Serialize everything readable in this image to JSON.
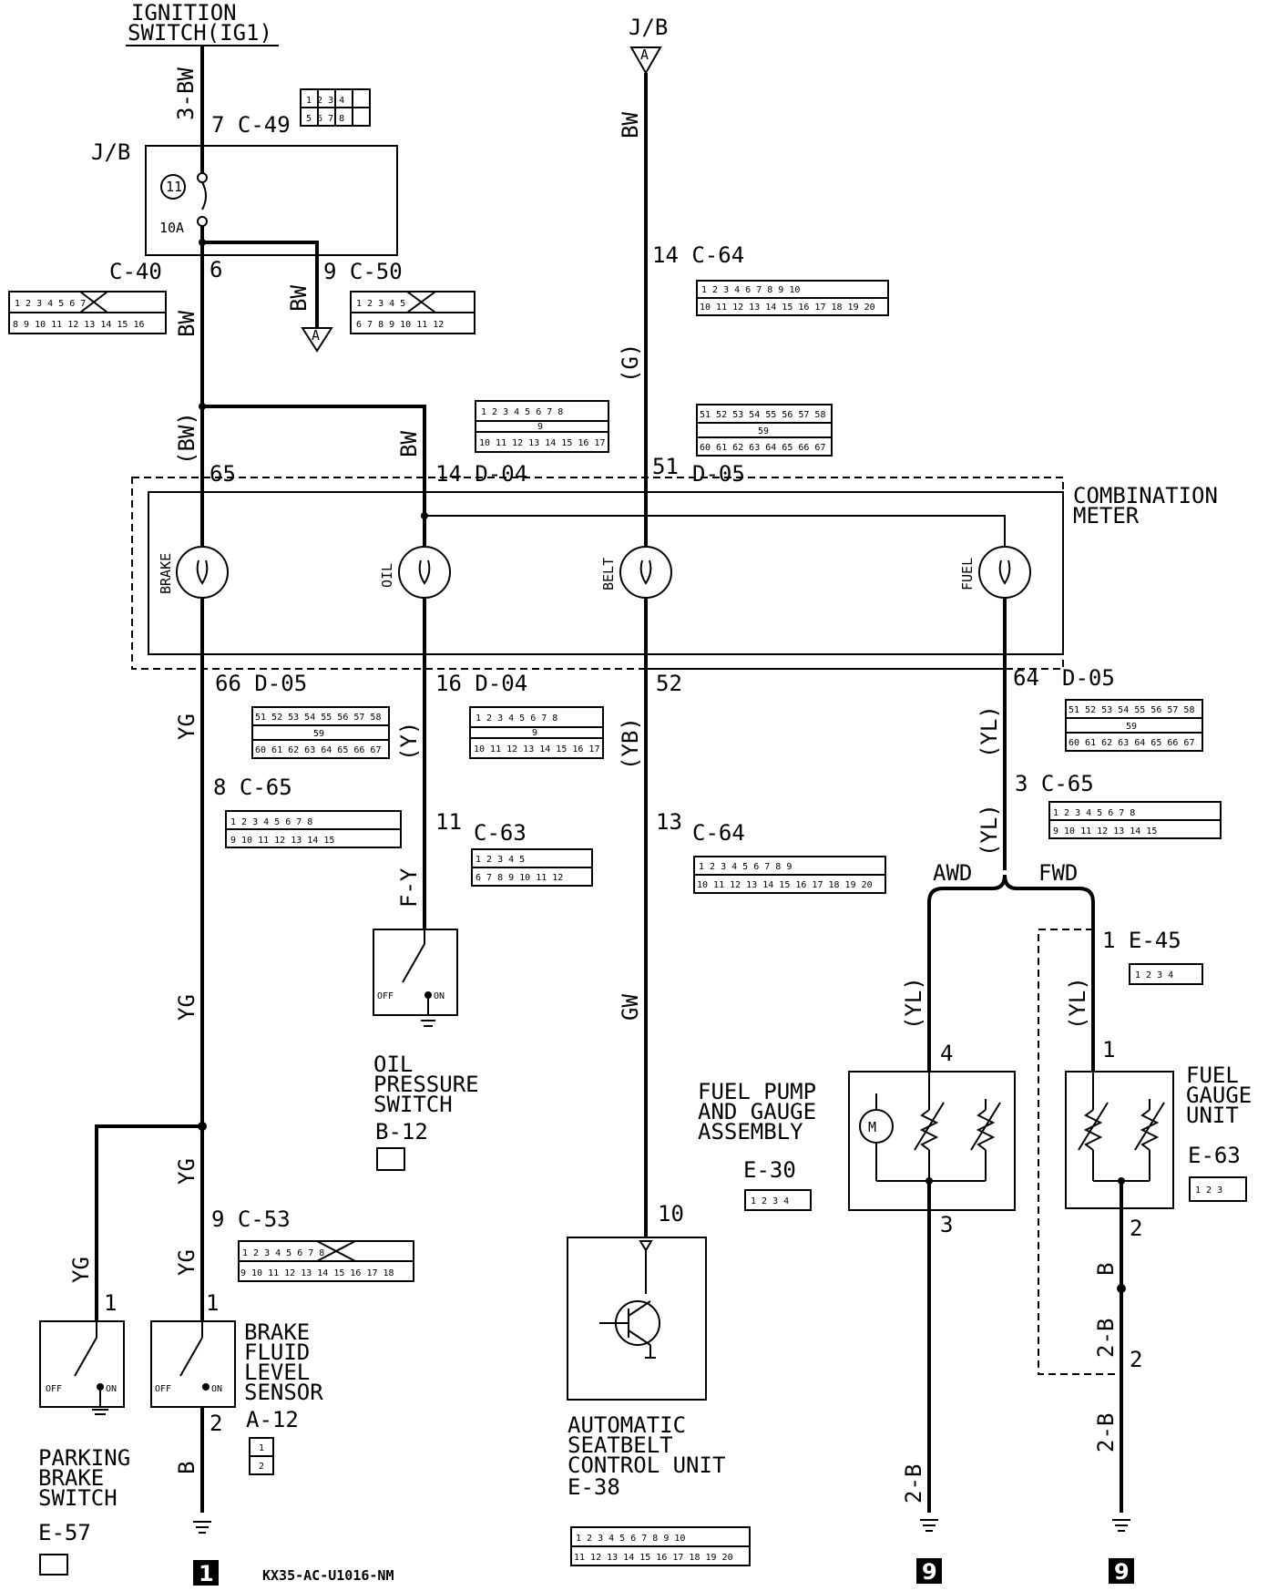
{
  "labels": {
    "ignition": "IGNITION",
    "ignition2": "SWITCH(IG1)",
    "jb_left": "J/B",
    "jb_top": "J/B",
    "jb_ref_a": "A",
    "jb_ref_a2": "A",
    "fuse_num": "11",
    "fuse_amp": "10A",
    "combination": "COMBINATION",
    "meter": "METER",
    "oil_switch_1": "OIL",
    "oil_switch_2": "PRESSURE",
    "oil_switch_3": "SWITCH",
    "fuel_pump_1": "FUEL PUMP",
    "fuel_pump_2": "AND GAUGE",
    "fuel_pump_3": "ASSEMBLY",
    "fuel_gauge_1": "FUEL",
    "fuel_gauge_2": "GAUGE",
    "fuel_gauge_3": "UNIT",
    "brake_fluid_1": "BRAKE",
    "brake_fluid_2": "FLUID",
    "brake_fluid_3": "LEVEL",
    "brake_fluid_4": "SENSOR",
    "parking_1": "PARKING",
    "parking_2": "BRAKE",
    "parking_3": "SWITCH",
    "seatbelt_1": "AUTOMATIC",
    "seatbelt_2": "SEATBELT",
    "seatbelt_3": "CONTROL UNIT",
    "awd": "AWD",
    "fwd": "FWD",
    "off": "OFF",
    "on": "ON",
    "lamp_brake": "BRAKE",
    "lamp_oil": "OIL",
    "lamp_belt": "BELT",
    "lamp_fuel": "FUEL",
    "ground_1": "1",
    "ground_9a": "9",
    "ground_9b": "9",
    "code": "KX35-AC-U1016-NM"
  },
  "connectors": {
    "c49": "7 C-49",
    "c40": "C-40",
    "c50": "9 C-50",
    "pin6": "6",
    "c64_top": "14 C-64",
    "d04_14": "14 D-04",
    "d05_51": "51",
    "d05_label_top": "D-05",
    "pin65": "65",
    "pin66": "66 D-05",
    "pin16": "16 D-04",
    "pin52": "52",
    "pin64": "64",
    "d05_right": "D-05",
    "c65_8": "8 C-65",
    "c63_11": "11",
    "c63": "C-63",
    "c64_13": "13",
    "c64_mid": "C-64",
    "c65_3": "3 C-65",
    "e45": "1 E-45",
    "b12": "B-12",
    "e30": "E-30",
    "e63": "E-63",
    "c53": "9 C-53",
    "a12": "A-12",
    "e38": "E-38",
    "e57": "E-57",
    "pin10": "10",
    "pin4": "4",
    "pin3": "3",
    "pin1_gauge": "1",
    "pin2_gauge": "2",
    "pin2_lower": "2",
    "pin1_brake": "1",
    "pin2_brake": "2",
    "pin1_park": "1"
  },
  "wires": {
    "w_3bw": "3-BW",
    "w_bw1": "BW",
    "w_bw2": "BW",
    "w_bw_top": "BW",
    "w_bw_paren": "(BW)",
    "w_bw_oil": "BW",
    "w_g": "(G)",
    "w_yg1": "YG",
    "w_y": "(Y)",
    "w_yb": "(YB)",
    "w_yl1": "(YL)",
    "w_yl2": "(YL)",
    "w_fy": "F-Y",
    "w_gw": "GW",
    "w_yg2": "YG",
    "w_yg3": "YG",
    "w_yg4": "YG",
    "w_yl3": "(YL)",
    "w_yl4": "(YL)",
    "w_b1": "B",
    "w_b2": "B",
    "w_2b1": "2-B",
    "w_2b2": "2-B",
    "w_2b3": "2-B"
  },
  "colors": {
    "line": "#000000",
    "background": "#ffffff"
  }
}
